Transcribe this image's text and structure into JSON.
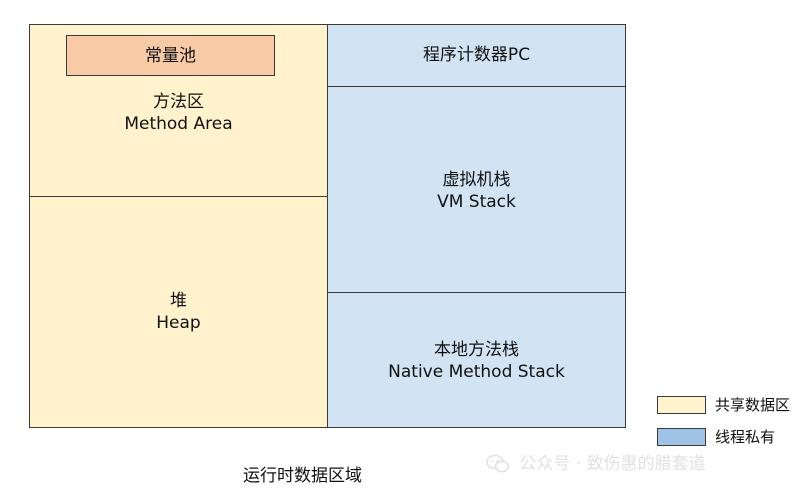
{
  "colors": {
    "shared": "#fff2cc",
    "private": "#d2e3f3",
    "constant_pool": "#f8cba6",
    "border": "#3a3a3a"
  },
  "areas": {
    "constant_pool": {
      "label": "常量池"
    },
    "method_area": {
      "label_cn": "方法区",
      "label_en": "Method Area"
    },
    "heap": {
      "label_cn": "堆",
      "label_en": "Heap"
    },
    "pc_register": {
      "label": "程序计数器PC"
    },
    "vm_stack": {
      "label_cn": "虚拟机栈",
      "label_en": "VM Stack"
    },
    "native_stack": {
      "label_cn": "本地方法栈",
      "label_en": "Native Method Stack"
    }
  },
  "legend": {
    "shared": "共享数据区",
    "private": "线程私有"
  },
  "caption": "运行时数据区域",
  "watermark": {
    "icon": "wechat-icon",
    "text": "公众号 · 致伤惠的腊套道"
  }
}
